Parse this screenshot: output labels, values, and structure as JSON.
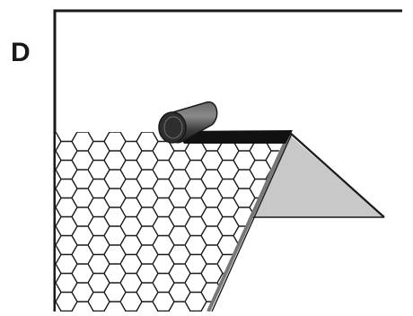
{
  "panel_label": "D",
  "figure": {
    "roof_area": "roof-shingles",
    "roll": "membrane-roll",
    "gable_end": "gable-end"
  },
  "colors": {
    "line": "#1a1a1a",
    "gable_fill": "#c8c8c8",
    "roll_body": "#3a3a3a",
    "roll_highlight": "#8a8a8a",
    "membrane": "#111111",
    "background": "#ffffff"
  }
}
